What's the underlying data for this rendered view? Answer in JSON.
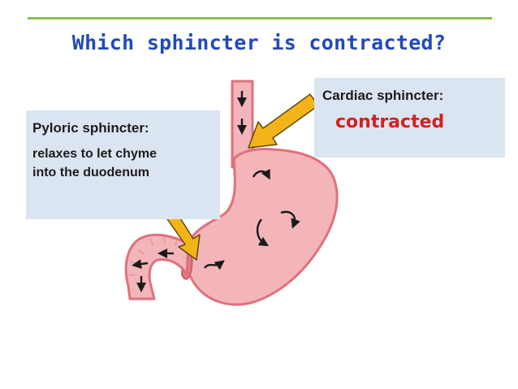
{
  "slide": {
    "title": "Which sphincter is contracted?",
    "accent_rule_color": "#8bbd4c",
    "title_color": "#2149b8"
  },
  "pyloric": {
    "heading": "Pyloric sphincter:",
    "description_line1": "relaxes to let chyme",
    "description_line2": "into the duodenum"
  },
  "cardiac": {
    "heading": "Cardiac sphincter:",
    "status": "contracted",
    "status_color": "#d62020"
  },
  "diagram": {
    "organ": "stomach",
    "tissue_color": "#f3b5ba",
    "wall_color": "#e0707c",
    "pointer_arrow_color": "#f3b41a",
    "icons": [
      "down-arrow-icon",
      "curved-arrow-icon",
      "left-arrow-icon",
      "pointer-arrow-icon"
    ]
  }
}
